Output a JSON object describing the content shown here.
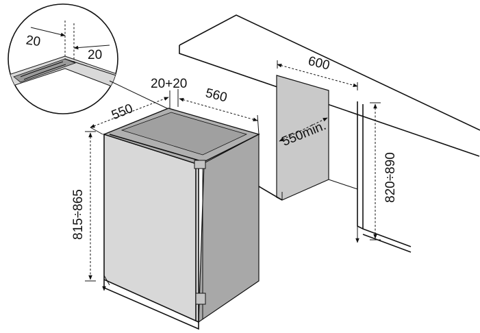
{
  "labels": {
    "detail_gap_a": "20",
    "detail_gap_b": "20",
    "gap_sides": "20+20",
    "depth": "550",
    "width": "560",
    "niche_width": "600",
    "niche_depth": "550min.",
    "niche_height": "820÷890",
    "appliance_height": "815÷865"
  },
  "colors": {
    "line": "#111111",
    "grey_light": "#d6d6d6",
    "grey_mid": "#b3b3b3",
    "grey_dark": "#8e8e8e",
    "grey_top": "#a9a9a9"
  }
}
